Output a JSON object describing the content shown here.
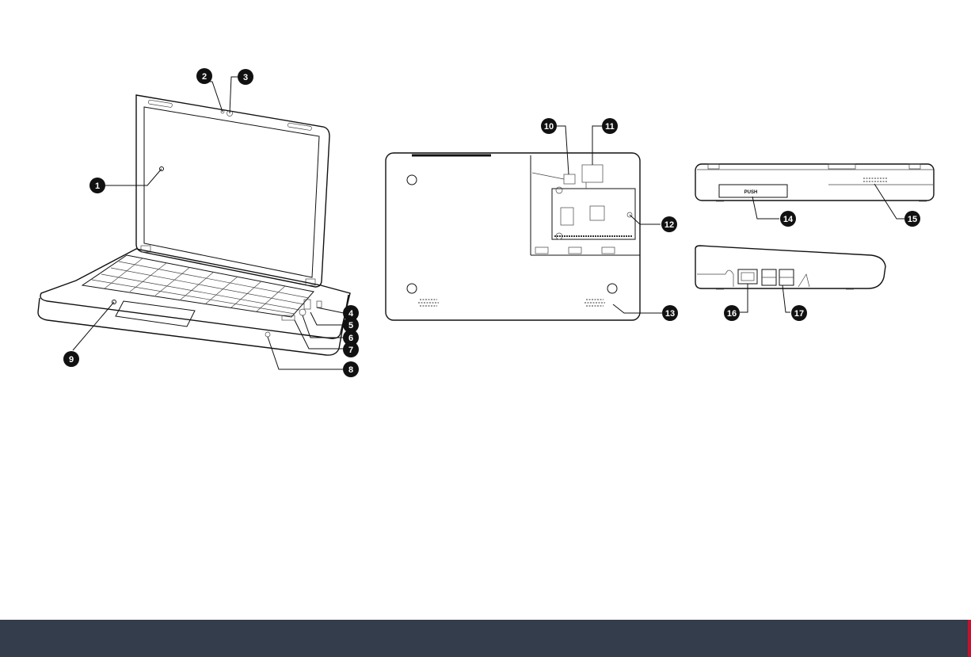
{
  "callouts": [
    {
      "id": "1",
      "label": "1"
    },
    {
      "id": "2",
      "label": "2"
    },
    {
      "id": "3",
      "label": "3"
    },
    {
      "id": "4",
      "label": "4"
    },
    {
      "id": "5",
      "label": "5"
    },
    {
      "id": "6",
      "label": "6"
    },
    {
      "id": "7",
      "label": "7"
    },
    {
      "id": "8",
      "label": "8"
    },
    {
      "id": "9",
      "label": "9"
    },
    {
      "id": "10",
      "label": "10"
    },
    {
      "id": "11",
      "label": "11"
    },
    {
      "id": "12",
      "label": "12"
    },
    {
      "id": "13",
      "label": "13"
    },
    {
      "id": "14",
      "label": "14"
    },
    {
      "id": "15",
      "label": "15"
    },
    {
      "id": "16",
      "label": "16"
    },
    {
      "id": "17",
      "label": "17"
    }
  ],
  "back_panel_label": "PUSH",
  "colors": {
    "footer": "#333d4b",
    "footer_accent": "#c8102e",
    "callout_fill": "#111111"
  }
}
